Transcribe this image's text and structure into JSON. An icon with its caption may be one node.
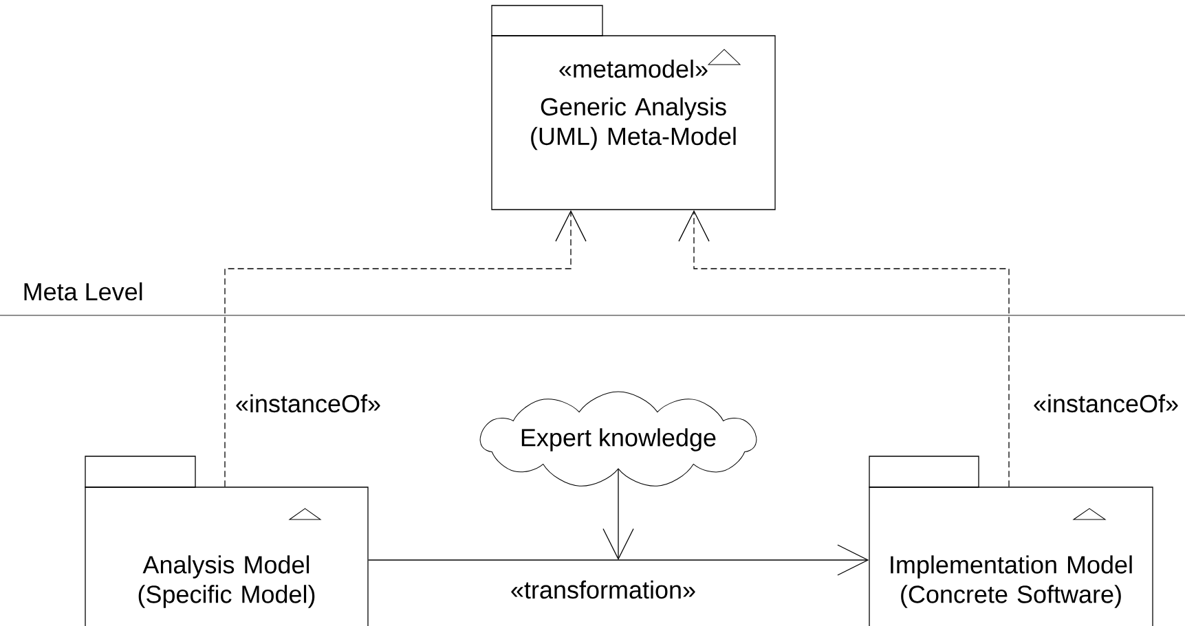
{
  "diagram": {
    "nodes": [
      {
        "text": [
          "«metamodel»",
          "Generic Analysis (UML) Meta-Model"
        ]
      },
      {
        "text": [
          "Analysis Model (Specific Model)"
        ]
      },
      {
        "text": [
          "Implementation Model (Concrete Software)"
        ]
      },
      {
        "text": [
          "Expert knowledge"
        ]
      }
    ],
    "edges": [
      {
        "from": 1,
        "to": 0,
        "arrow": "to",
        "style": "dashed",
        "label": "«instanceOf»"
      },
      {
        "from": 2,
        "to": 0,
        "arrow": "to",
        "style": "dashed",
        "label": "«instanceOf»"
      },
      {
        "from": 1,
        "to": 2,
        "arrow": "to",
        "label": "«transformation»"
      },
      {
        "from": 3,
        "to": null,
        "arrow": "to"
      }
    ],
    "labels": [
      "Meta Level"
    ]
  }
}
